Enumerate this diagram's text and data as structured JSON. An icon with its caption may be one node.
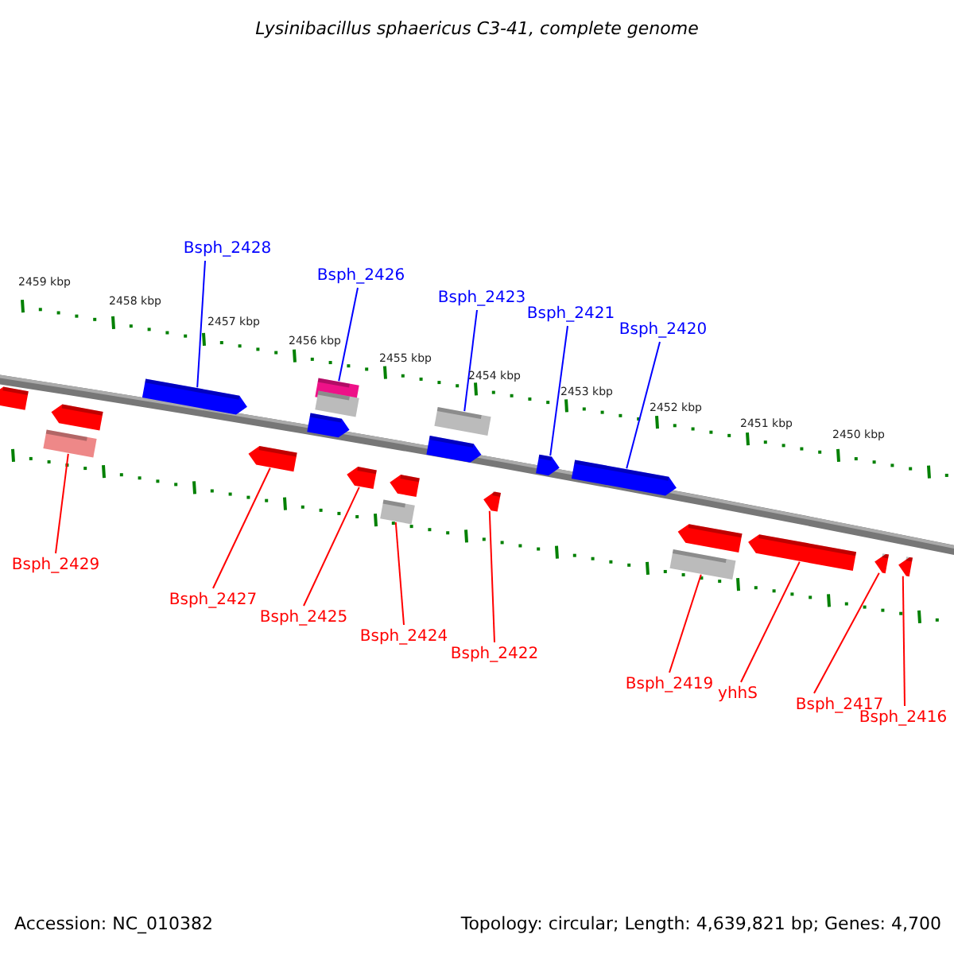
{
  "diagram": {
    "title": "Lysinibacillus sphaericus C3-41, complete genome",
    "nodes": [
      {
        "text": [
          "Bsph_2428"
        ]
      },
      {
        "text": [
          "Bsph_2426"
        ]
      },
      {
        "text": [
          "Bsph_2423"
        ]
      },
      {
        "text": [
          "Bsph_2421"
        ]
      },
      {
        "text": [
          "Bsph_2420"
        ]
      },
      {
        "text": [
          "Bsph_2429"
        ]
      },
      {
        "text": [
          "Bsph_2427"
        ]
      },
      {
        "text": [
          "Bsph_2425"
        ]
      },
      {
        "text": [
          "Bsph_2424"
        ]
      },
      {
        "text": [
          "Bsph_2422"
        ]
      },
      {
        "text": [
          "Bsph_2419"
        ]
      },
      {
        "text": [
          "yhhS"
        ]
      },
      {
        "text": [
          "Bsph_2417"
        ]
      },
      {
        "text": [
          "Bsph_2416"
        ]
      },
      {
        "text": [],
        "shape": "pentagon"
      },
      {
        "text": [],
        "shape": "box"
      },
      {
        "text": [],
        "shape": "pentagon"
      },
      {
        "text": [],
        "shape": "pentagon"
      },
      {
        "text": [],
        "shape": "pentagon"
      },
      {
        "text": [],
        "shape": "pentagon"
      },
      {
        "text": [],
        "shape": "box"
      },
      {
        "text": [],
        "shape": "box"
      },
      {
        "text": [],
        "shape": "pentagon"
      },
      {
        "text": [],
        "shape": "box"
      },
      {
        "text": [],
        "shape": "pentagon"
      },
      {
        "text": [],
        "shape": "pentagon"
      },
      {
        "text": [],
        "shape": "box"
      },
      {
        "text": [],
        "shape": "pentagon"
      },
      {
        "text": [],
        "shape": "pentagon"
      },
      {
        "text": [],
        "shape": "pentagon"
      },
      {
        "text": [],
        "shape": "box"
      },
      {
        "text": [],
        "shape": "pentagon"
      },
      {
        "text": [],
        "shape": "pentagon"
      },
      {
        "text": [],
        "shape": "pentagon"
      },
      {
        "text": [],
        "shape": "pentagon"
      }
    ],
    "edges": [
      {
        "from": 0,
        "to": 17,
        "arrow": "none",
        "color": "#0000ff"
      },
      {
        "from": 1,
        "to": 20,
        "arrow": "none",
        "color": "#0000ff"
      },
      {
        "from": 2,
        "to": 26,
        "arrow": "none",
        "color": "#0000ff"
      },
      {
        "from": 3,
        "to": 28,
        "arrow": "none",
        "color": "#0000ff"
      },
      {
        "from": 4,
        "to": 29,
        "arrow": "none",
        "color": "#0000ff"
      },
      {
        "from": 5,
        "to": 15,
        "arrow": "none"
      },
      {
        "from": 6,
        "to": 18,
        "arrow": "none"
      },
      {
        "from": 7,
        "to": 22,
        "arrow": "none"
      },
      {
        "from": 8,
        "to": 23,
        "arrow": "none"
      },
      {
        "from": 9,
        "to": 27,
        "arrow": "none"
      },
      {
        "from": 10,
        "to": 30,
        "arrow": "none"
      },
      {
        "from": 11,
        "to": 32,
        "arrow": "none"
      },
      {
        "from": 12,
        "to": 33,
        "arrow": "none"
      },
      {
        "from": 13,
        "to": 34,
        "arrow": "none"
      }
    ],
    "labels": [
      "2459 kbp",
      "2458 kbp",
      "2457 kbp",
      "2456 kbp",
      "2455 kbp",
      "2454 kbp",
      "2453 kbp",
      "2452 kbp",
      "2451 kbp",
      "2450 kbp",
      "Accession: NC_010382",
      "Topology: circular; Length: 4,639,821 bp; Genes: 4,700"
    ]
  }
}
